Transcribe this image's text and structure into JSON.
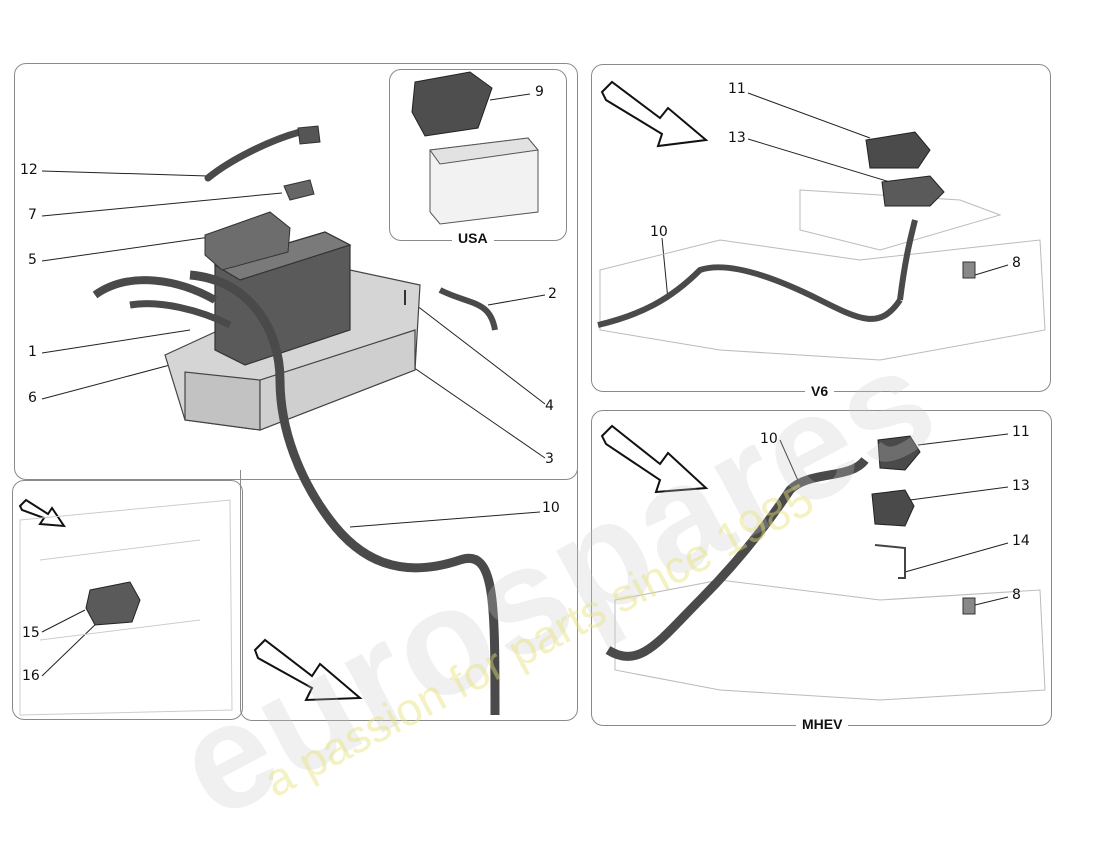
{
  "panels": {
    "usa_label": "USA",
    "v6_label": "V6",
    "mhev_label": "MHEV"
  },
  "callouts": {
    "main": [
      "12",
      "7",
      "5",
      "1",
      "6",
      "9",
      "2",
      "4",
      "3",
      "10"
    ],
    "v6": [
      "11",
      "13",
      "10",
      "8"
    ],
    "mhev": [
      "10",
      "11",
      "13",
      "14",
      "8"
    ],
    "inset": [
      "15",
      "16"
    ]
  },
  "watermark": {
    "brand": "eurospares",
    "tagline": "a passion for parts since 1985"
  },
  "colors": {
    "frame": "#8a8a8a",
    "part_fill": "#d9d9d9",
    "part_dark": "#555555",
    "cable": "#4a4a4a",
    "watermark_tag": "#e6e178"
  }
}
